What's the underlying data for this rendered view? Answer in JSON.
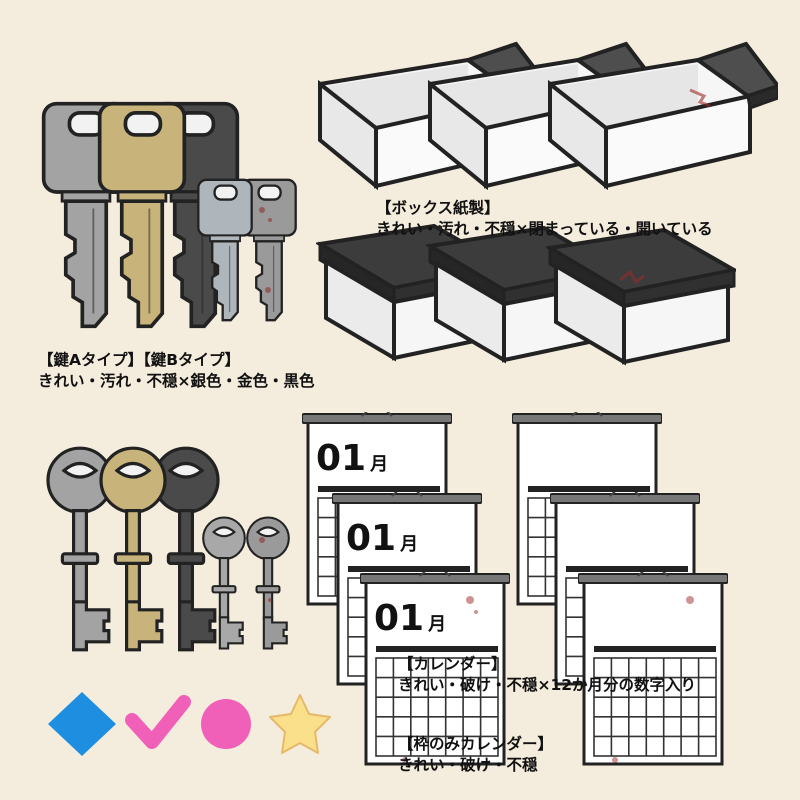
{
  "labels": {
    "box_title": "【ボックス紙製】",
    "box_desc": "きれい・汚れ・不穏×閉まっている・開いている",
    "key_title": "【鍵Aタイプ】【鍵Bタイプ】",
    "key_desc": "きれい・汚れ・不穏×銀色・金色・黒色",
    "cal_title": "【カレンダー】",
    "cal_desc": "きれい・破け・不穏×12か月分の数字入り",
    "frame_title": "【枠のみカレンダー】",
    "frame_desc": "きれい・破け・不穏"
  },
  "calendar": {
    "month_number": "01",
    "month_suffix": "月"
  },
  "colors": {
    "background": "#f4ecdc",
    "key_silver": "#a3a3a3",
    "key_gold": "#c8b47a",
    "key_black": "#4a4a4a",
    "shape_diamond": "#1e8fe0",
    "shape_check": "#f060b8",
    "shape_circle": "#f060b8",
    "shape_star": "#fbe08c"
  },
  "icons": [
    "diamond-icon",
    "check-icon",
    "circle-icon",
    "star-icon"
  ]
}
